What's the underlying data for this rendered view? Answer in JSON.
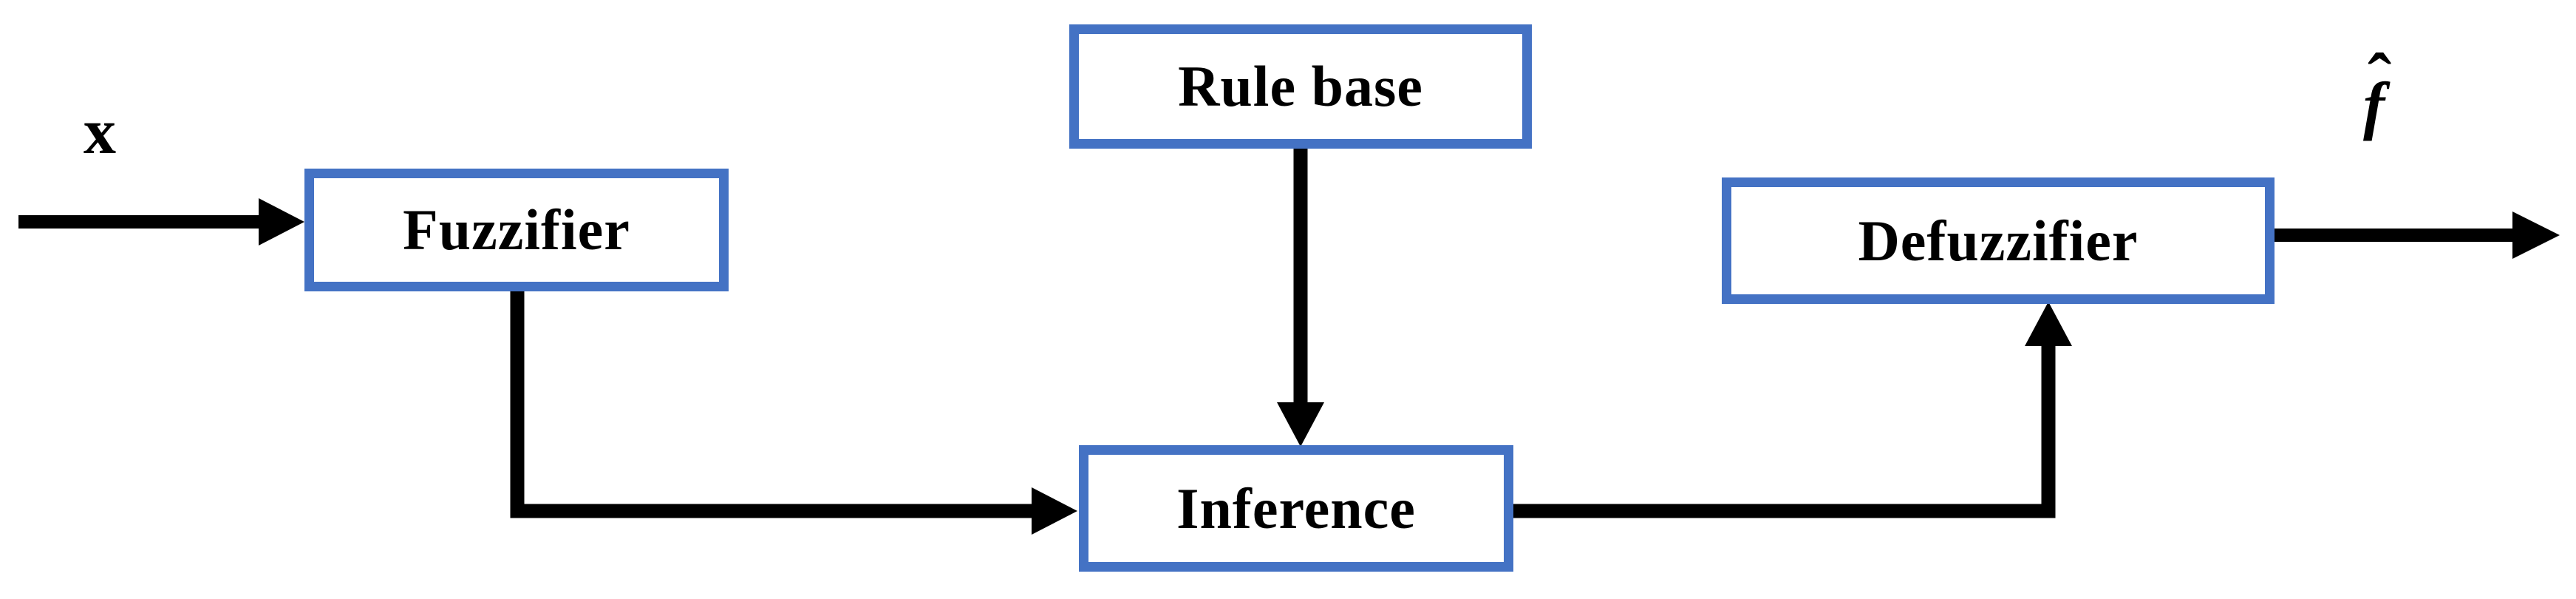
{
  "diagram": {
    "title_semantic": "fuzzy-system-block-diagram",
    "accent_color": "#4472C4",
    "line_color": "#000000",
    "background_color": "#ffffff",
    "input_label": "x",
    "output_label": {
      "base": "f",
      "hat": "ˆ"
    },
    "nodes": {
      "rule_base": {
        "label": "Rule base"
      },
      "fuzzifier": {
        "label": "Fuzzifier"
      },
      "inference": {
        "label": "Inference"
      },
      "defuzzifier": {
        "label": "Defuzzifier"
      }
    },
    "connections": [
      {
        "from": "input-x",
        "to": "fuzzifier",
        "style": "straight-right-arrow"
      },
      {
        "from": "fuzzifier",
        "to": "inference",
        "style": "elbow-down-right-arrow"
      },
      {
        "from": "rule_base",
        "to": "inference",
        "style": "straight-down-arrow"
      },
      {
        "from": "inference",
        "to": "defuzzifier",
        "style": "elbow-right-up-arrow"
      },
      {
        "from": "defuzzifier",
        "to": "output-f",
        "style": "straight-right-arrow"
      }
    ]
  }
}
